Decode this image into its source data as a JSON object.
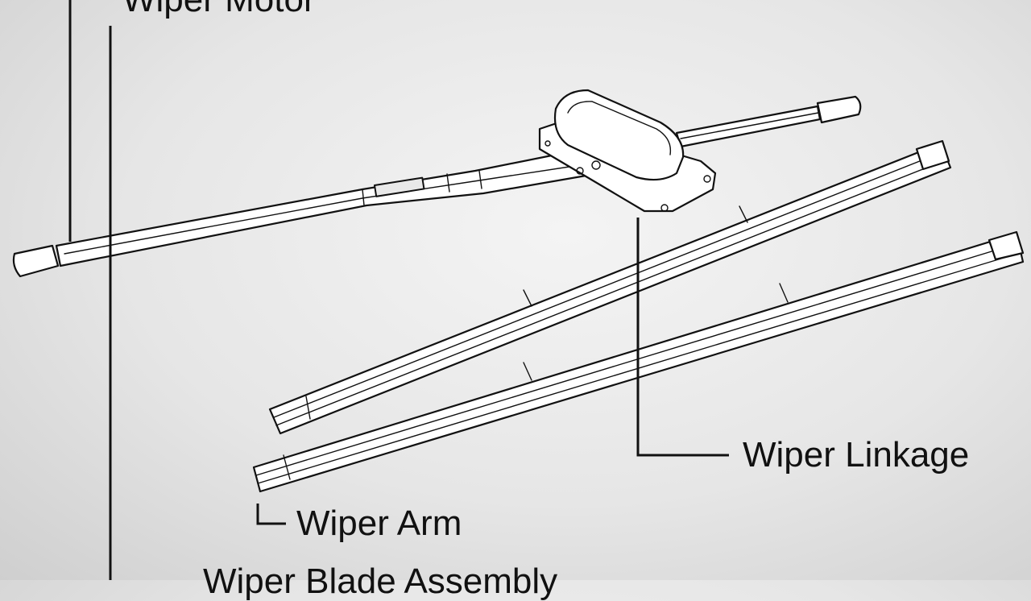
{
  "labels": {
    "wiper_motor": "Wiper Motor",
    "blade_assembly": "Wiper Blade Assembly",
    "wiper_linkage": "Wiper Linkage",
    "wiper_arm": "Wiper Arm"
  },
  "colors": {
    "line": "#111111",
    "part_fill": "#ffffff",
    "background": "#e6e6e6"
  }
}
